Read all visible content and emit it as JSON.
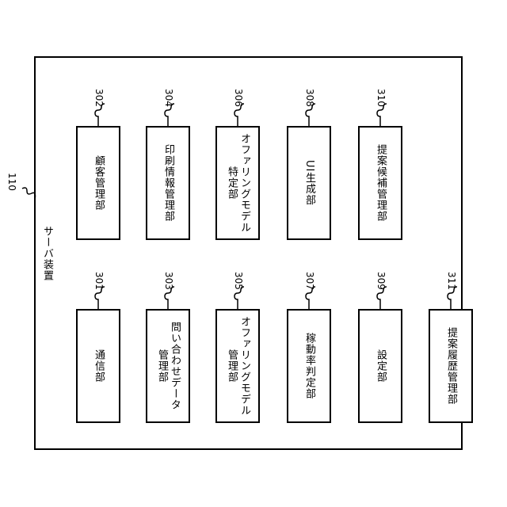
{
  "device": {
    "ref": "110",
    "title": "サーバ装置"
  },
  "top_row": [
    {
      "ref": "302",
      "label": "顧客管理部"
    },
    {
      "ref": "304",
      "label": "印刷情報管理部"
    },
    {
      "ref": "306",
      "label": "オファリングモデル\n特定部"
    },
    {
      "ref": "308",
      "label": "UI生成部"
    },
    {
      "ref": "310",
      "label": "提案候補管理部"
    }
  ],
  "bottom_row": [
    {
      "ref": "301",
      "label": "通信部"
    },
    {
      "ref": "303",
      "label": "問い合わせデータ\n管理部"
    },
    {
      "ref": "305",
      "label": "オファリングモデル\n管理部"
    },
    {
      "ref": "307",
      "label": "稼動率判定部"
    },
    {
      "ref": "309",
      "label": "設定部"
    },
    {
      "ref": "311",
      "label": "提案履歴管理部"
    }
  ]
}
